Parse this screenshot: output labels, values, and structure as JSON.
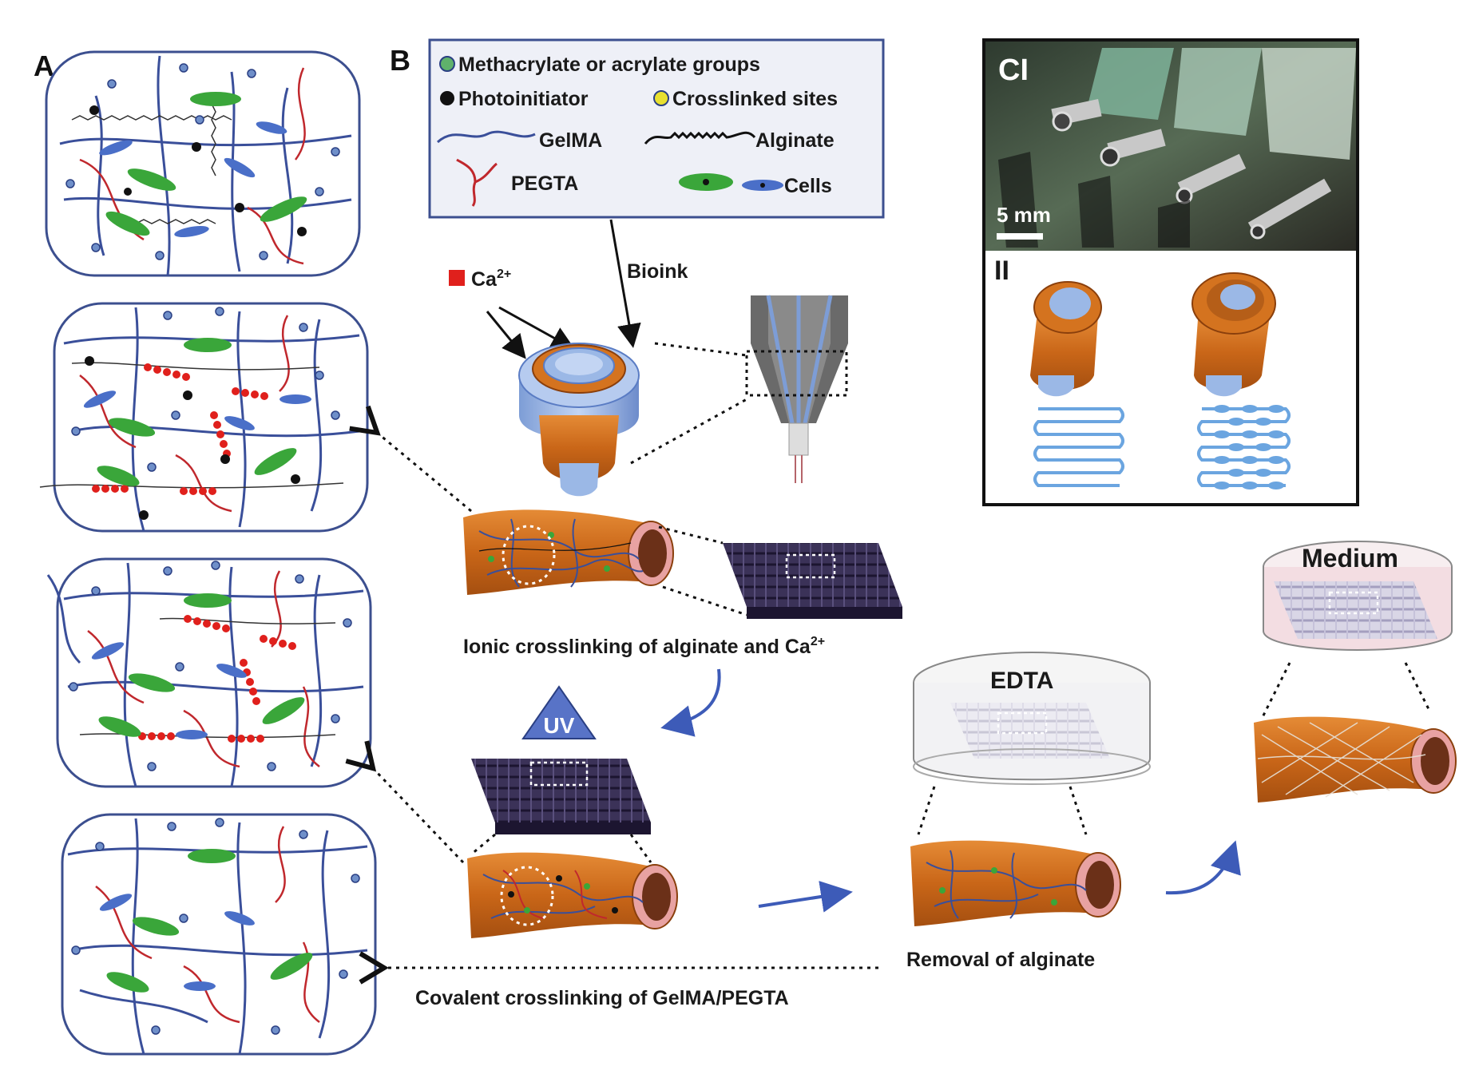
{
  "panels": {
    "a": "A",
    "b": "B",
    "ci": "CI",
    "cii": "II"
  },
  "legend": {
    "methacrylate": "Methacrylate or acrylate groups",
    "photoinitiator": "Photoinitiator",
    "crosslinked": "Crosslinked sites",
    "gelma": "GelMA",
    "alginate": "Alginate",
    "pegta": "PEGTA",
    "cells": "Cells"
  },
  "labels": {
    "ca": "Ca",
    "ca_sup": "2+",
    "bioink": "Bioink",
    "scale": "5 mm",
    "ionic": "Ionic crosslinking of alginate and Ca",
    "ionic_sup": "2+",
    "uv": "UV",
    "edta": "EDTA",
    "medium": "Medium",
    "removal": "Removal of alginate",
    "covalent": "Covalent crosslinking of GelMA/PEGTA"
  },
  "colors": {
    "gelma": "#3a4f9a",
    "pegta": "#c0282d",
    "alginate": "#333333",
    "cell_green": "#3aa63a",
    "cell_blue": "#4a6fc8",
    "tube_orange": "#d4731f",
    "nozzle_blue": "#9bb8e6",
    "scaffold": "#2c2347",
    "crosslink_red": "#e0201c",
    "box_border": "#3c4f8f"
  }
}
